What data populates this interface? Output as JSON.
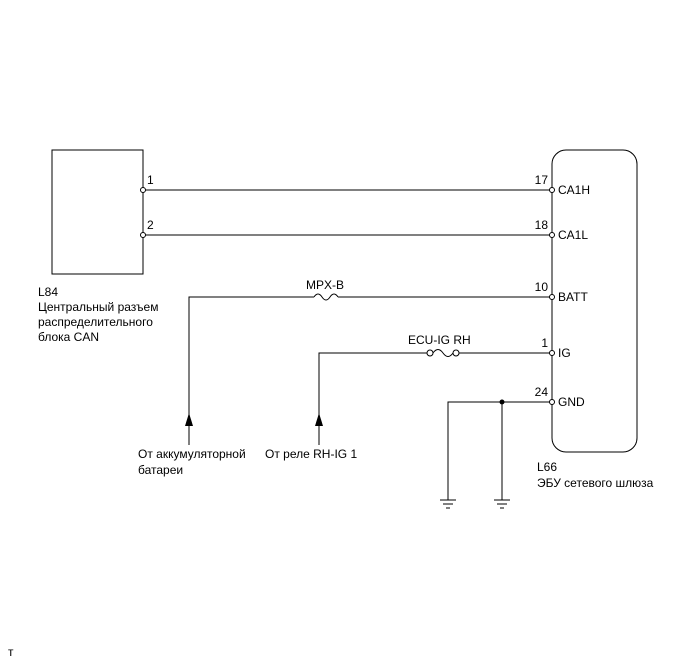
{
  "connector_l84": {
    "code": "L84",
    "desc": [
      "Центральный разъем",
      "распределительного",
      "блока CAN"
    ],
    "pins": [
      "1",
      "2"
    ]
  },
  "ecu_l66": {
    "code": "L66",
    "desc": "ЭБУ сетевого шлюза",
    "pins": [
      {
        "num": "17",
        "name": "CA1H"
      },
      {
        "num": "18",
        "name": "CA1L"
      },
      {
        "num": "10",
        "name": "BATT"
      },
      {
        "num": "1",
        "name": "IG"
      },
      {
        "num": "24",
        "name": "GND"
      }
    ]
  },
  "fuses": {
    "mpx": "MPX-B",
    "ecu_ig": "ECU-IG RH"
  },
  "sources": {
    "battery": [
      "От аккумуляторной",
      "батареи"
    ],
    "relay": "От реле RH-IG 1"
  },
  "footer_mark": "т"
}
